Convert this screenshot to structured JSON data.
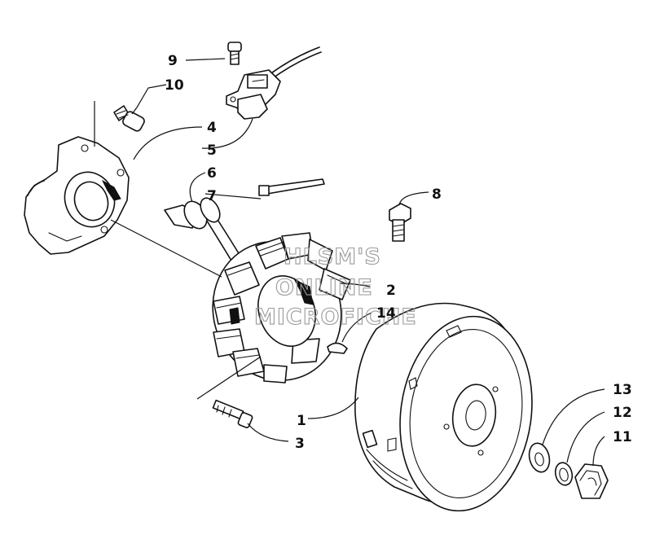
{
  "diagram": {
    "callouts": [
      {
        "id": "c1",
        "label": "1"
      },
      {
        "id": "c2",
        "label": "2"
      },
      {
        "id": "c3",
        "label": "3"
      },
      {
        "id": "c4",
        "label": "4"
      },
      {
        "id": "c5",
        "label": "5"
      },
      {
        "id": "c6",
        "label": "6"
      },
      {
        "id": "c7",
        "label": "7"
      },
      {
        "id": "c8",
        "label": "8"
      },
      {
        "id": "c9",
        "label": "9"
      },
      {
        "id": "c10",
        "label": "10"
      },
      {
        "id": "c11",
        "label": "11"
      },
      {
        "id": "c12",
        "label": "12"
      },
      {
        "id": "c13",
        "label": "13"
      },
      {
        "id": "c14",
        "label": "14"
      }
    ],
    "watermark": {
      "line1": "HLSM'S",
      "line2": "ONLINE",
      "line3": "MICROFICHE"
    }
  },
  "colors": {
    "ink": "#111111",
    "background": "#ffffff",
    "watermark": "#9a9a9a"
  }
}
